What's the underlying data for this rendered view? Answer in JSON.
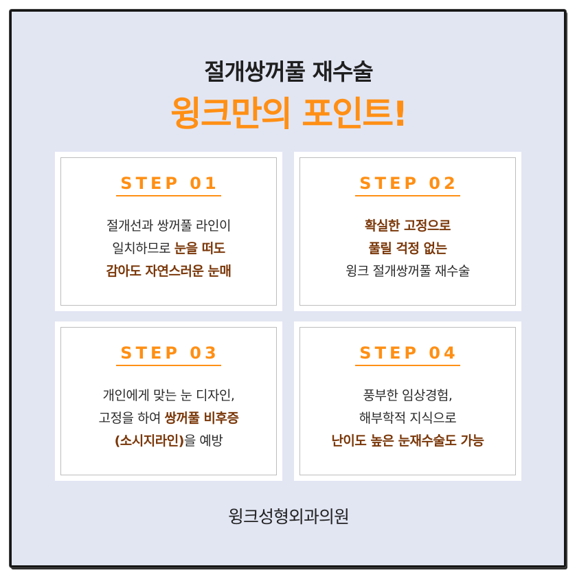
{
  "heading": "절개쌍꺼풀 재수술",
  "subheading": "윙크만의 포인트!",
  "cards": [
    {
      "step": "STEP 01",
      "lines": [
        [
          {
            "t": "절개선과 쌍꺼풀 라인이",
            "hl": false
          }
        ],
        [
          {
            "t": "일치하므로 ",
            "hl": false
          },
          {
            "t": "눈을 떠도",
            "hl": true
          }
        ],
        [
          {
            "t": "감아도 자연스러운 눈매",
            "hl": true
          }
        ]
      ]
    },
    {
      "step": "STEP 02",
      "lines": [
        [
          {
            "t": "확실한 고정으로",
            "hl": true
          }
        ],
        [
          {
            "t": "풀릴 걱정 없는",
            "hl": true
          }
        ],
        [
          {
            "t": "윙크 절개쌍꺼풀 재수술",
            "hl": false
          }
        ]
      ]
    },
    {
      "step": "STEP 03",
      "lines": [
        [
          {
            "t": "개인에게 맞는 눈 디자인,",
            "hl": false
          }
        ],
        [
          {
            "t": "고정을 하여 ",
            "hl": false
          },
          {
            "t": "쌍꺼풀 비후증",
            "hl": true
          }
        ],
        [
          {
            "t": "(소시지라인)",
            "hl": true
          },
          {
            "t": "을 예방",
            "hl": false
          }
        ]
      ]
    },
    {
      "step": "STEP 04",
      "lines": [
        [
          {
            "t": "풍부한 임상경험,",
            "hl": false
          }
        ],
        [
          {
            "t": "해부학적 지식으로",
            "hl": false
          }
        ],
        [
          {
            "t": "난이도 높은 눈재수술도 가능",
            "hl": true
          }
        ]
      ]
    }
  ],
  "footer": "윙크성형외과의원",
  "colors": {
    "accent": "#ff8f14",
    "highlight": "#7a3709",
    "background": "#e2e6f3"
  }
}
